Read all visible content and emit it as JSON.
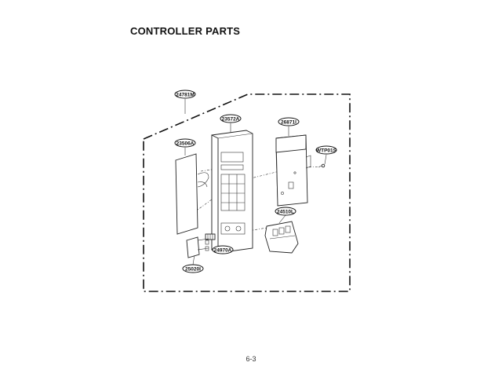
{
  "title": "CONTROLLER PARTS",
  "page_number": "6-3",
  "parts": [
    {
      "id": "24781M"
    },
    {
      "id": "23572A"
    },
    {
      "id": "26871I"
    },
    {
      "id": "23506A"
    },
    {
      "id": "WTP01S"
    },
    {
      "id": "24510L"
    },
    {
      "id": "24970A"
    },
    {
      "id": "25020I"
    }
  ]
}
